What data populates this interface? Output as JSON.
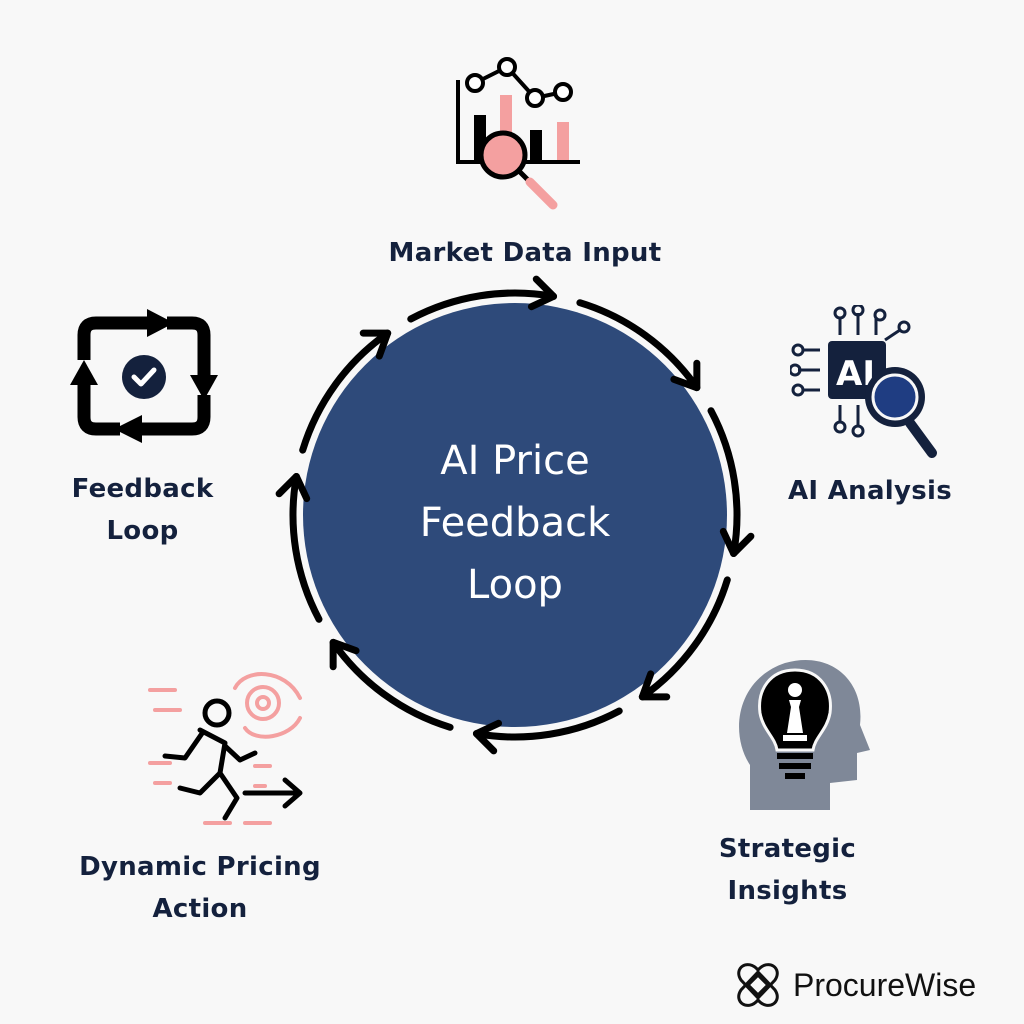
{
  "center": {
    "title_lines": [
      "AI Price",
      "Feedback",
      "Loop"
    ]
  },
  "steps": [
    {
      "label": "Market Data Input",
      "icon": "chart-magnifier-icon"
    },
    {
      "label": "AI Analysis",
      "icon": "ai-chip-search-icon"
    },
    {
      "label_lines": [
        "Strategic",
        "Insights"
      ],
      "icon": "head-lightbulb-chess-icon"
    },
    {
      "label_lines": [
        "Dynamic Pricing",
        "Action"
      ],
      "icon": "running-person-gear-icon"
    },
    {
      "label_lines": [
        "Feedback",
        "Loop"
      ],
      "icon": "cycle-check-icon"
    }
  ],
  "brand": {
    "name": "ProcureWise"
  },
  "colors": {
    "circle": "#2e4a7a",
    "accent": "#f4a0a0",
    "text": "#14213d",
    "gray": "#7f8898",
    "background": "#f8f8f8"
  }
}
